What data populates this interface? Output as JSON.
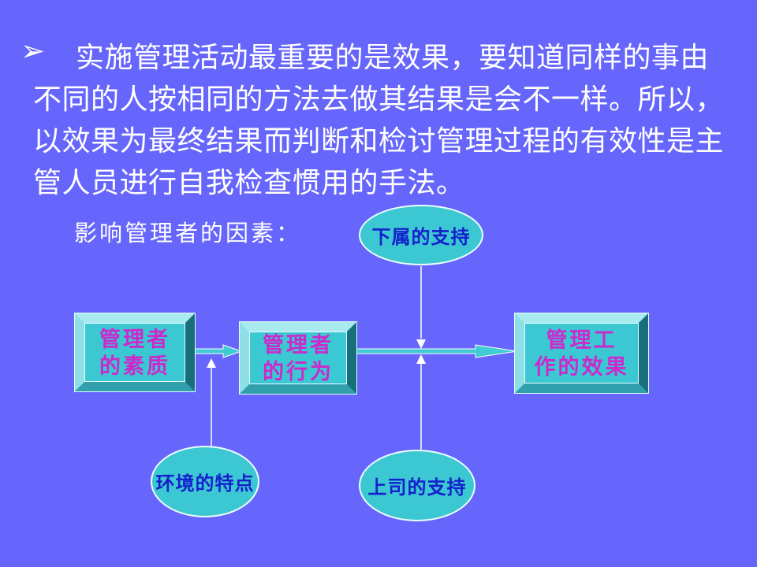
{
  "slide": {
    "bullet": "➢",
    "paragraph_lines": [
      "实施管理活动最重要的是效果，要知道同样的事由",
      "不同的人按相同的方法去做其结果是会不一样。所以，",
      "以效果为最终结果而判断和检讨管理过程的有效性是主",
      "管人员进行自我检查惯用的手法。"
    ],
    "section_label": "影响管理者的因素："
  },
  "diagram": {
    "nodes": {
      "subordinate_support": "下属的支持",
      "environment": "环境的特点",
      "superior_support": "上司的支持",
      "manager_quality": [
        "管理者",
        "的素质"
      ],
      "manager_behavior": [
        "管理者",
        "的行为"
      ],
      "management_effect": [
        "管理工",
        "作的效果"
      ]
    },
    "colors": {
      "background": "#6666FC",
      "node_fill": "#3CC8D2",
      "node_border": "#EDFEFF",
      "bevel_top": "#A8EAEE",
      "bevel_left": "#8FE0E6",
      "bevel_right": "#166F7B",
      "bevel_bottom": "#2FA0AC",
      "arrow_fill": "#40CCD4",
      "connector_stroke": "#FFFFFF",
      "paragraph_text": "#FFFFFF",
      "box_text": "#CC29CC",
      "ellipse_text": "#1520CD"
    }
  }
}
